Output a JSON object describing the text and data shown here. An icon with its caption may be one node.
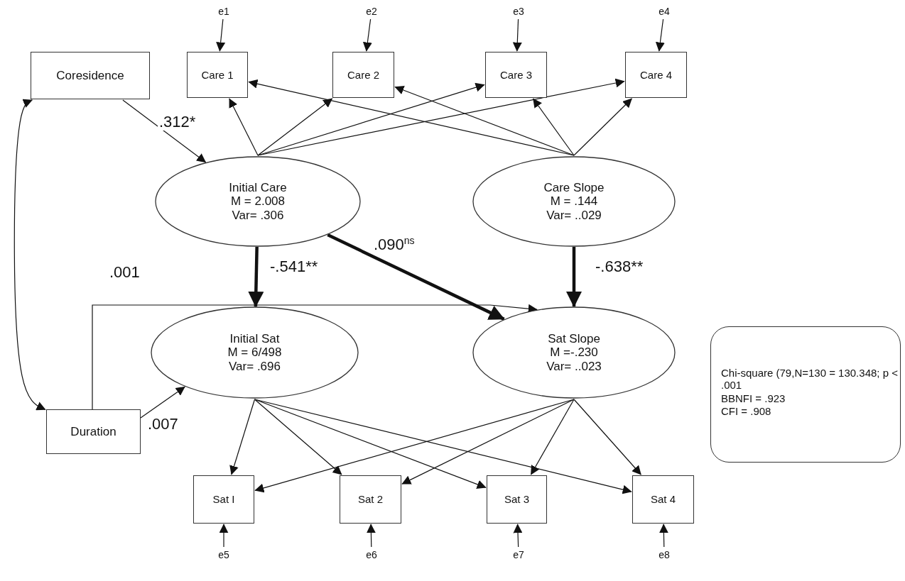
{
  "diagram": {
    "nodes": [
      {
        "text": [
          "e1"
        ]
      },
      {
        "text": [
          "e2"
        ]
      },
      {
        "text": [
          "e3"
        ]
      },
      {
        "text": [
          "e4"
        ]
      },
      {
        "text": [
          "Coresidence"
        ]
      },
      {
        "text": [
          "Care 1"
        ]
      },
      {
        "text": [
          "Care 2"
        ]
      },
      {
        "text": [
          "Care 3"
        ]
      },
      {
        "text": [
          "Care 4"
        ]
      },
      {
        "text": [
          "Initial Care",
          "M = 2.008",
          "Var= .306"
        ]
      },
      {
        "text": [
          "Care Slope",
          "M = .144",
          "Var= ..029"
        ]
      },
      {
        "text": [
          "Initial Sat",
          "M = 6/498",
          "Var= .696"
        ]
      },
      {
        "text": [
          "Sat Slope",
          "M =-.230",
          "Var= ..023"
        ]
      },
      {
        "text": [
          "Chi-square (79,N=130 = 130.348; p < .001",
          "BBNFI = .923",
          "CFI = .908"
        ]
      },
      {
        "text": [
          "Duration"
        ]
      },
      {
        "text": [
          "Sat I"
        ]
      },
      {
        "text": [
          "Sat 2"
        ]
      },
      {
        "text": [
          "Sat 3"
        ]
      },
      {
        "text": [
          "Sat 4"
        ]
      },
      {
        "text": [
          "e5"
        ]
      },
      {
        "text": [
          "e6"
        ]
      },
      {
        "text": [
          "e7"
        ]
      },
      {
        "text": [
          "e8"
        ]
      }
    ],
    "edges": [
      {
        "from": 0,
        "to": 5,
        "arrow": "to"
      },
      {
        "from": 1,
        "to": 6,
        "arrow": "to"
      },
      {
        "from": 2,
        "to": 7,
        "arrow": "to"
      },
      {
        "from": 3,
        "to": 8,
        "arrow": "to"
      },
      {
        "from": 4,
        "to": 9,
        "arrow": "to",
        "label": ".312*"
      },
      {
        "from": 9,
        "to": 5,
        "arrow": "to"
      },
      {
        "from": 9,
        "to": 6,
        "arrow": "to"
      },
      {
        "from": 9,
        "to": 7,
        "arrow": "to"
      },
      {
        "from": 9,
        "to": 8,
        "arrow": "to"
      },
      {
        "from": 10,
        "to": 5,
        "arrow": "to"
      },
      {
        "from": 10,
        "to": 6,
        "arrow": "to"
      },
      {
        "from": 10,
        "to": 7,
        "arrow": "to"
      },
      {
        "from": 10,
        "to": 8,
        "arrow": "to"
      },
      {
        "from": 9,
        "to": 11,
        "arrow": "to",
        "label": "-.541**",
        "style": "thick"
      },
      {
        "from": 9,
        "to": 12,
        "arrow": "to",
        "label": ".090$^{ns}$",
        "style": "thick"
      },
      {
        "from": 10,
        "to": 12,
        "arrow": "to",
        "label": "-.638**",
        "style": "thick"
      },
      {
        "from": 14,
        "to": 12,
        "arrow": "to",
        "label": ".001"
      },
      {
        "from": 14,
        "to": 11,
        "arrow": "to",
        "label": ".007"
      },
      {
        "from": 4,
        "to": 14,
        "arrow": "both"
      },
      {
        "from": 11,
        "to": 15,
        "arrow": "to"
      },
      {
        "from": 11,
        "to": 16,
        "arrow": "to"
      },
      {
        "from": 11,
        "to": 17,
        "arrow": "to"
      },
      {
        "from": 11,
        "to": 18,
        "arrow": "to"
      },
      {
        "from": 12,
        "to": 15,
        "arrow": "to"
      },
      {
        "from": 12,
        "to": 16,
        "arrow": "to"
      },
      {
        "from": 12,
        "to": 17,
        "arrow": "to"
      },
      {
        "from": 12,
        "to": 18,
        "arrow": "to"
      },
      {
        "from": 19,
        "to": 15,
        "arrow": "to"
      },
      {
        "from": 20,
        "to": 16,
        "arrow": "to"
      },
      {
        "from": 21,
        "to": 17,
        "arrow": "to"
      },
      {
        "from": 22,
        "to": 18,
        "arrow": "to"
      }
    ]
  }
}
